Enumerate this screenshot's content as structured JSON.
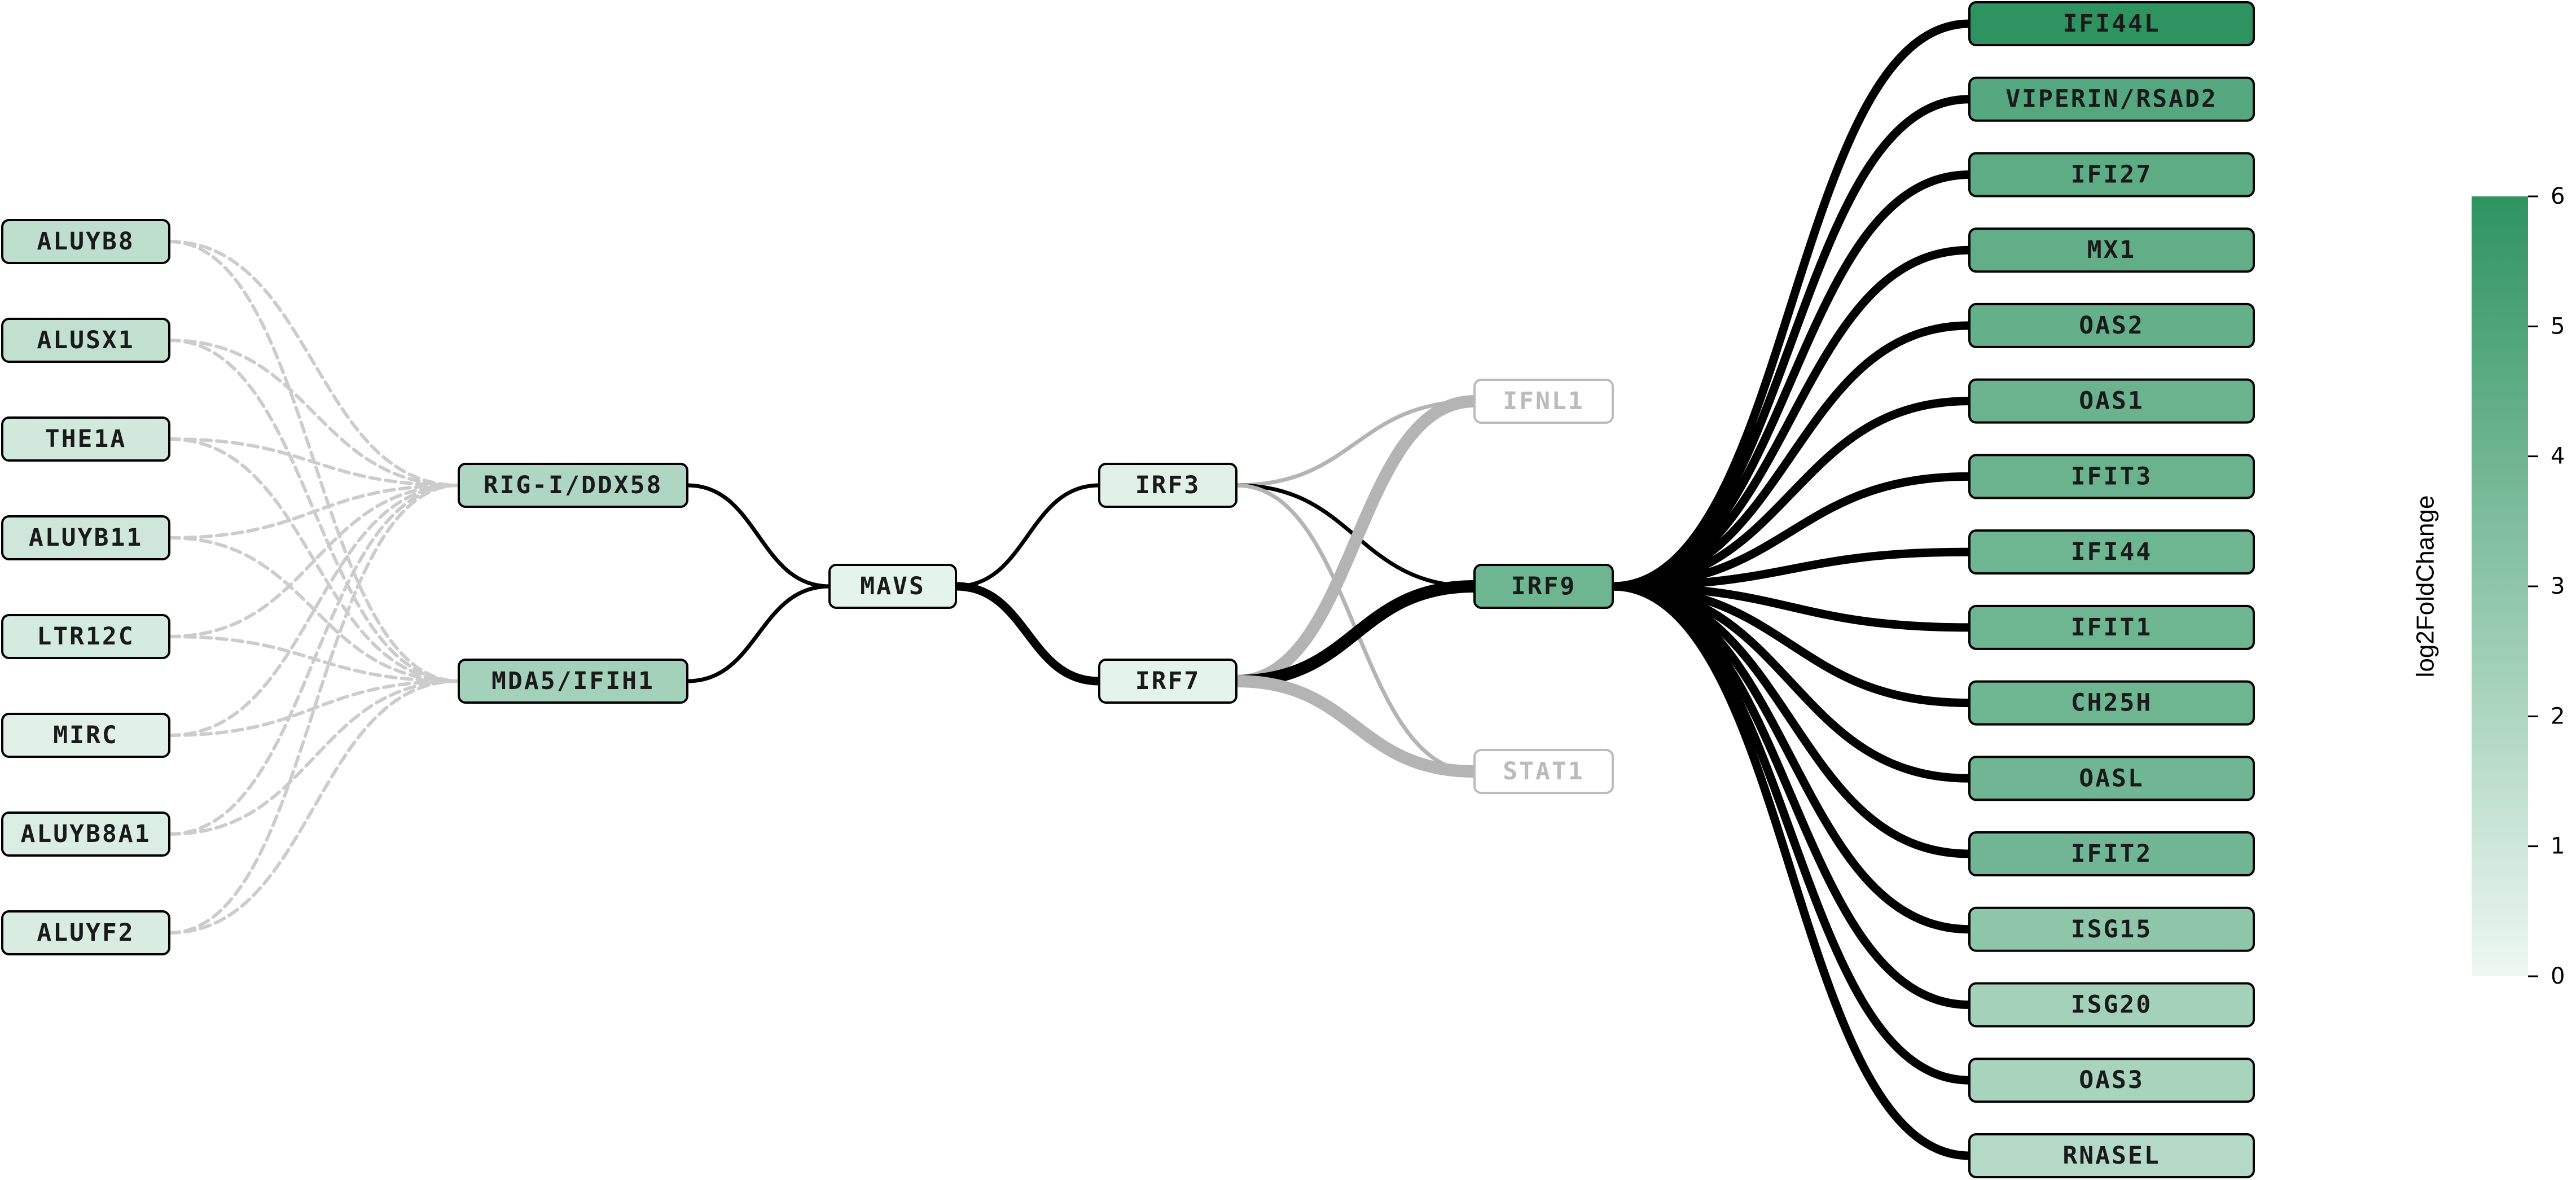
{
  "diagram": {
    "scale": {
      "title": "log2FoldChange",
      "min": 0,
      "max": 6,
      "ticks": [
        "0",
        "1",
        "2",
        "3",
        "4",
        "5",
        "6"
      ],
      "color_low": "#eef8f2",
      "color_high": "#2e9361"
    },
    "colors": {
      "edge_active": "#000000",
      "edge_inactive": "#b4b4b4",
      "edge_dashed": "#cccccc",
      "node_border": "#000000",
      "node_border_inactive": "#bbbbbb"
    },
    "nodes": [
      {
        "id": "aluyb8",
        "label": "ALUYB8",
        "col": "left",
        "row": 0,
        "lfc": 1.5,
        "active": true
      },
      {
        "id": "alusx1",
        "label": "ALUSX1",
        "col": "left",
        "row": 1,
        "lfc": 1.4,
        "active": true
      },
      {
        "id": "the1a",
        "label": "THE1A",
        "col": "left",
        "row": 2,
        "lfc": 0.9,
        "active": true
      },
      {
        "id": "aluyb11",
        "label": "ALUYB11",
        "col": "left",
        "row": 3,
        "lfc": 1.0,
        "active": true
      },
      {
        "id": "ltr12c",
        "label": "LTR12C",
        "col": "left",
        "row": 4,
        "lfc": 0.8,
        "active": true
      },
      {
        "id": "mirc",
        "label": "MIRC",
        "col": "left",
        "row": 5,
        "lfc": 0.4,
        "active": true
      },
      {
        "id": "aluyb8a1",
        "label": "ALUYB8A1",
        "col": "left",
        "row": 6,
        "lfc": 0.6,
        "active": true
      },
      {
        "id": "aluyf2",
        "label": "ALUYF2",
        "col": "left",
        "row": 7,
        "lfc": 0.7,
        "active": true
      },
      {
        "id": "rigi",
        "label": "RIG-I/DDX58",
        "col": "sensor",
        "row": 0,
        "lfc": 2.0,
        "active": true
      },
      {
        "id": "mda5",
        "label": "MDA5/IFIH1",
        "col": "sensor",
        "row": 1,
        "lfc": 2.3,
        "active": true
      },
      {
        "id": "mavs",
        "label": "MAVS",
        "col": "adaptor",
        "row": 0,
        "lfc": 0.3,
        "active": true
      },
      {
        "id": "irf3",
        "label": "IRF3",
        "col": "tf",
        "row": 0,
        "lfc": 0.4,
        "active": true
      },
      {
        "id": "irf7",
        "label": "IRF7",
        "col": "tf",
        "row": 1,
        "lfc": 0.3,
        "active": true
      },
      {
        "id": "ifnl1",
        "label": "IFNL1",
        "col": "hub",
        "row": 0,
        "lfc": 0,
        "active": false
      },
      {
        "id": "irf9",
        "label": "IRF9",
        "col": "hub",
        "row": 1,
        "lfc": 4.0,
        "active": true
      },
      {
        "id": "stat1",
        "label": "STAT1",
        "col": "hub",
        "row": 2,
        "lfc": 0,
        "active": false
      },
      {
        "id": "ifi44l",
        "label": "IFI44L",
        "col": "right",
        "row": 0,
        "lfc": 6.0,
        "active": true
      },
      {
        "id": "viperin",
        "label": "VIPERIN/RSAD2",
        "col": "right",
        "row": 1,
        "lfc": 4.8,
        "active": true
      },
      {
        "id": "ifi27",
        "label": "IFI27",
        "col": "right",
        "row": 2,
        "lfc": 4.5,
        "active": true
      },
      {
        "id": "mx1",
        "label": "MX1",
        "col": "right",
        "row": 3,
        "lfc": 4.4,
        "active": true
      },
      {
        "id": "oas2",
        "label": "OAS2",
        "col": "right",
        "row": 4,
        "lfc": 4.3,
        "active": true
      },
      {
        "id": "oas1",
        "label": "OAS1",
        "col": "right",
        "row": 5,
        "lfc": 4.1,
        "active": true
      },
      {
        "id": "ifit3",
        "label": "IFIT3",
        "col": "right",
        "row": 6,
        "lfc": 4.1,
        "active": true
      },
      {
        "id": "ifi44",
        "label": "IFI44",
        "col": "right",
        "row": 7,
        "lfc": 4.0,
        "active": true
      },
      {
        "id": "ifit1",
        "label": "IFIT1",
        "col": "right",
        "row": 8,
        "lfc": 4.0,
        "active": true
      },
      {
        "id": "ch25h",
        "label": "CH25H",
        "col": "right",
        "row": 9,
        "lfc": 4.0,
        "active": true
      },
      {
        "id": "oasl",
        "label": "OASL",
        "col": "right",
        "row": 10,
        "lfc": 3.9,
        "active": true
      },
      {
        "id": "ifit2",
        "label": "IFIT2",
        "col": "right",
        "row": 11,
        "lfc": 3.9,
        "active": true
      },
      {
        "id": "isg15",
        "label": "ISG15",
        "col": "right",
        "row": 12,
        "lfc": 3.0,
        "active": true
      },
      {
        "id": "isg20",
        "label": "ISG20",
        "col": "right",
        "row": 13,
        "lfc": 2.3,
        "active": true
      },
      {
        "id": "oas3",
        "label": "OAS3",
        "col": "right",
        "row": 14,
        "lfc": 2.2,
        "active": true
      },
      {
        "id": "rnasel",
        "label": "RNASEL",
        "col": "right",
        "row": 15,
        "lfc": 1.8,
        "active": true
      }
    ],
    "edges": [
      {
        "from": "aluyb8",
        "to": "rigi",
        "style": "dashed"
      },
      {
        "from": "aluyb8",
        "to": "mda5",
        "style": "dashed"
      },
      {
        "from": "alusx1",
        "to": "rigi",
        "style": "dashed"
      },
      {
        "from": "alusx1",
        "to": "mda5",
        "style": "dashed"
      },
      {
        "from": "the1a",
        "to": "rigi",
        "style": "dashed"
      },
      {
        "from": "the1a",
        "to": "mda5",
        "style": "dashed"
      },
      {
        "from": "aluyb11",
        "to": "rigi",
        "style": "dashed"
      },
      {
        "from": "aluyb11",
        "to": "mda5",
        "style": "dashed"
      },
      {
        "from": "ltr12c",
        "to": "rigi",
        "style": "dashed"
      },
      {
        "from": "ltr12c",
        "to": "mda5",
        "style": "dashed"
      },
      {
        "from": "mirc",
        "to": "rigi",
        "style": "dashed"
      },
      {
        "from": "mirc",
        "to": "mda5",
        "style": "dashed"
      },
      {
        "from": "aluyb8a1",
        "to": "rigi",
        "style": "dashed"
      },
      {
        "from": "aluyb8a1",
        "to": "mda5",
        "style": "dashed"
      },
      {
        "from": "aluyf2",
        "to": "rigi",
        "style": "dashed"
      },
      {
        "from": "aluyf2",
        "to": "mda5",
        "style": "dashed"
      },
      {
        "from": "rigi",
        "to": "mavs",
        "style": "solid",
        "weight": 1
      },
      {
        "from": "mda5",
        "to": "mavs",
        "style": "solid",
        "weight": 1
      },
      {
        "from": "mavs",
        "to": "irf3",
        "style": "solid",
        "weight": 1
      },
      {
        "from": "mavs",
        "to": "irf7",
        "style": "solid",
        "weight": 2
      },
      {
        "from": "irf3",
        "to": "ifnl1",
        "style": "inactive",
        "weight": 1
      },
      {
        "from": "irf3",
        "to": "irf9",
        "style": "solid",
        "weight": 1
      },
      {
        "from": "irf3",
        "to": "stat1",
        "style": "inactive",
        "weight": 1
      },
      {
        "from": "irf7",
        "to": "ifnl1",
        "style": "inactive",
        "weight": 3
      },
      {
        "from": "irf7",
        "to": "irf9",
        "style": "solid",
        "weight": 3
      },
      {
        "from": "irf7",
        "to": "stat1",
        "style": "inactive",
        "weight": 3
      },
      {
        "from": "irf9",
        "to": "ifi44l",
        "style": "solid",
        "weight": 2
      },
      {
        "from": "irf9",
        "to": "viperin",
        "style": "solid",
        "weight": 2
      },
      {
        "from": "irf9",
        "to": "ifi27",
        "style": "solid",
        "weight": 2
      },
      {
        "from": "irf9",
        "to": "mx1",
        "style": "solid",
        "weight": 2
      },
      {
        "from": "irf9",
        "to": "oas2",
        "style": "solid",
        "weight": 2
      },
      {
        "from": "irf9",
        "to": "oas1",
        "style": "solid",
        "weight": 2
      },
      {
        "from": "irf9",
        "to": "ifit3",
        "style": "solid",
        "weight": 2
      },
      {
        "from": "irf9",
        "to": "ifi44",
        "style": "solid",
        "weight": 2
      },
      {
        "from": "irf9",
        "to": "ifit1",
        "style": "solid",
        "weight": 2
      },
      {
        "from": "irf9",
        "to": "ch25h",
        "style": "solid",
        "weight": 2
      },
      {
        "from": "irf9",
        "to": "oasl",
        "style": "solid",
        "weight": 2
      },
      {
        "from": "irf9",
        "to": "ifit2",
        "style": "solid",
        "weight": 2
      },
      {
        "from": "irf9",
        "to": "isg15",
        "style": "solid",
        "weight": 2
      },
      {
        "from": "irf9",
        "to": "isg20",
        "style": "solid",
        "weight": 2
      },
      {
        "from": "irf9",
        "to": "oas3",
        "style": "solid",
        "weight": 2
      },
      {
        "from": "irf9",
        "to": "rnasel",
        "style": "solid",
        "weight": 2
      }
    ]
  }
}
